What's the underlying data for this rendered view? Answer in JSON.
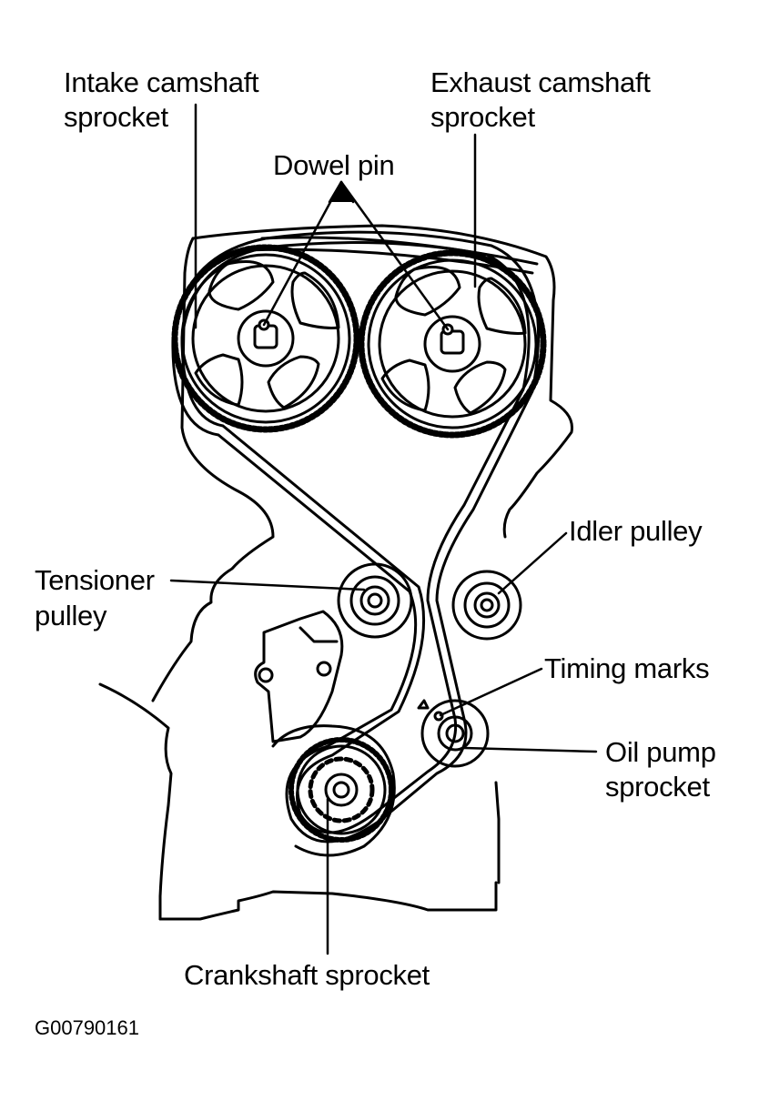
{
  "labels": {
    "intake_camshaft_sprocket": [
      "Intake camshaft",
      "sprocket"
    ],
    "exhaust_camshaft_sprocket": [
      "Exhaust camshaft",
      "sprocket"
    ],
    "dowel_pin": "Dowel pin",
    "idler_pulley": "Idler pulley",
    "tensioner_pulley": [
      "Tensioner",
      "pulley"
    ],
    "timing_marks": "Timing marks",
    "oil_pump_sprocket": [
      "Oil pump",
      "sprocket"
    ],
    "crankshaft_sprocket": "Crankshaft sprocket"
  },
  "figure_code": "G00790161",
  "colors": {
    "ink": "#000000",
    "paper": "#ffffff"
  }
}
